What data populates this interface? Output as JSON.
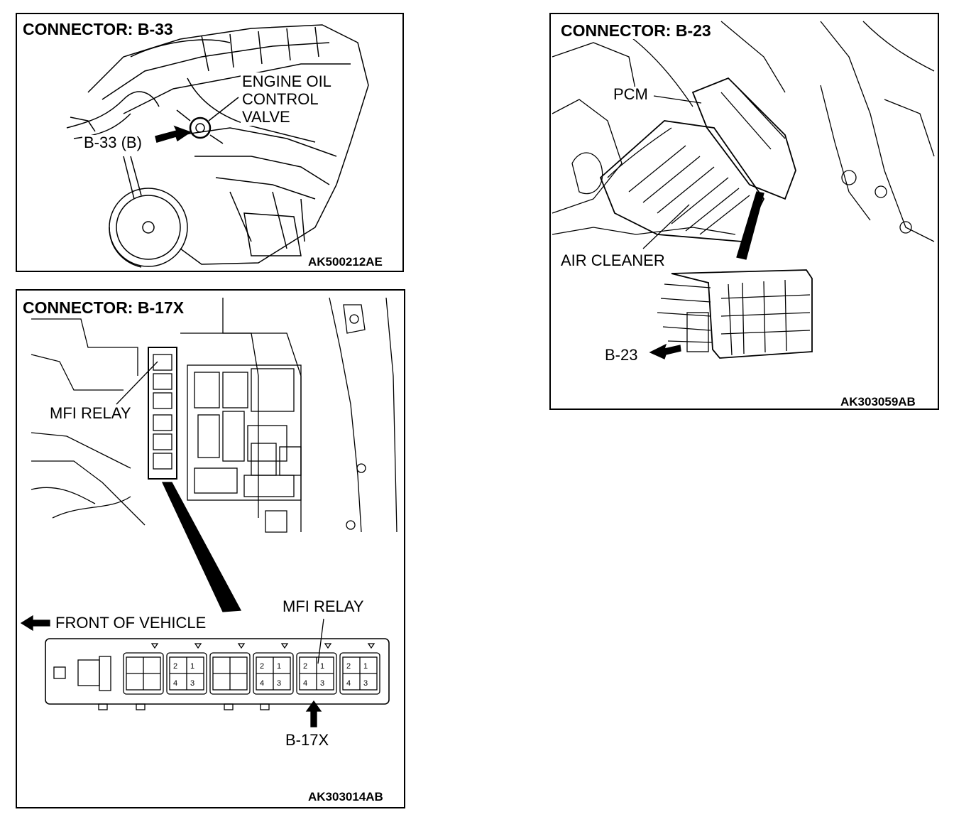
{
  "panel_b33": {
    "title": "CONNECTOR: B-33",
    "label_valve": [
      "ENGINE OIL",
      "CONTROL",
      "VALVE"
    ],
    "label_connector": "B-33 (B)",
    "code": "AK500212AE"
  },
  "panel_b17x": {
    "title": "CONNECTOR: B-17X",
    "label_relay_top": "MFI RELAY",
    "label_front": "FRONT OF VEHICLE",
    "label_relay_detail": "MFI RELAY",
    "label_connector": "B-17X",
    "pin_numbers": [
      "2",
      "1",
      "4",
      "3"
    ],
    "code": "AK303014AB"
  },
  "panel_b23": {
    "title": "CONNECTOR: B-23",
    "label_pcm": "PCM",
    "label_air_cleaner": "AIR CLEANER",
    "label_connector": "B-23",
    "code": "AK303059AB"
  }
}
